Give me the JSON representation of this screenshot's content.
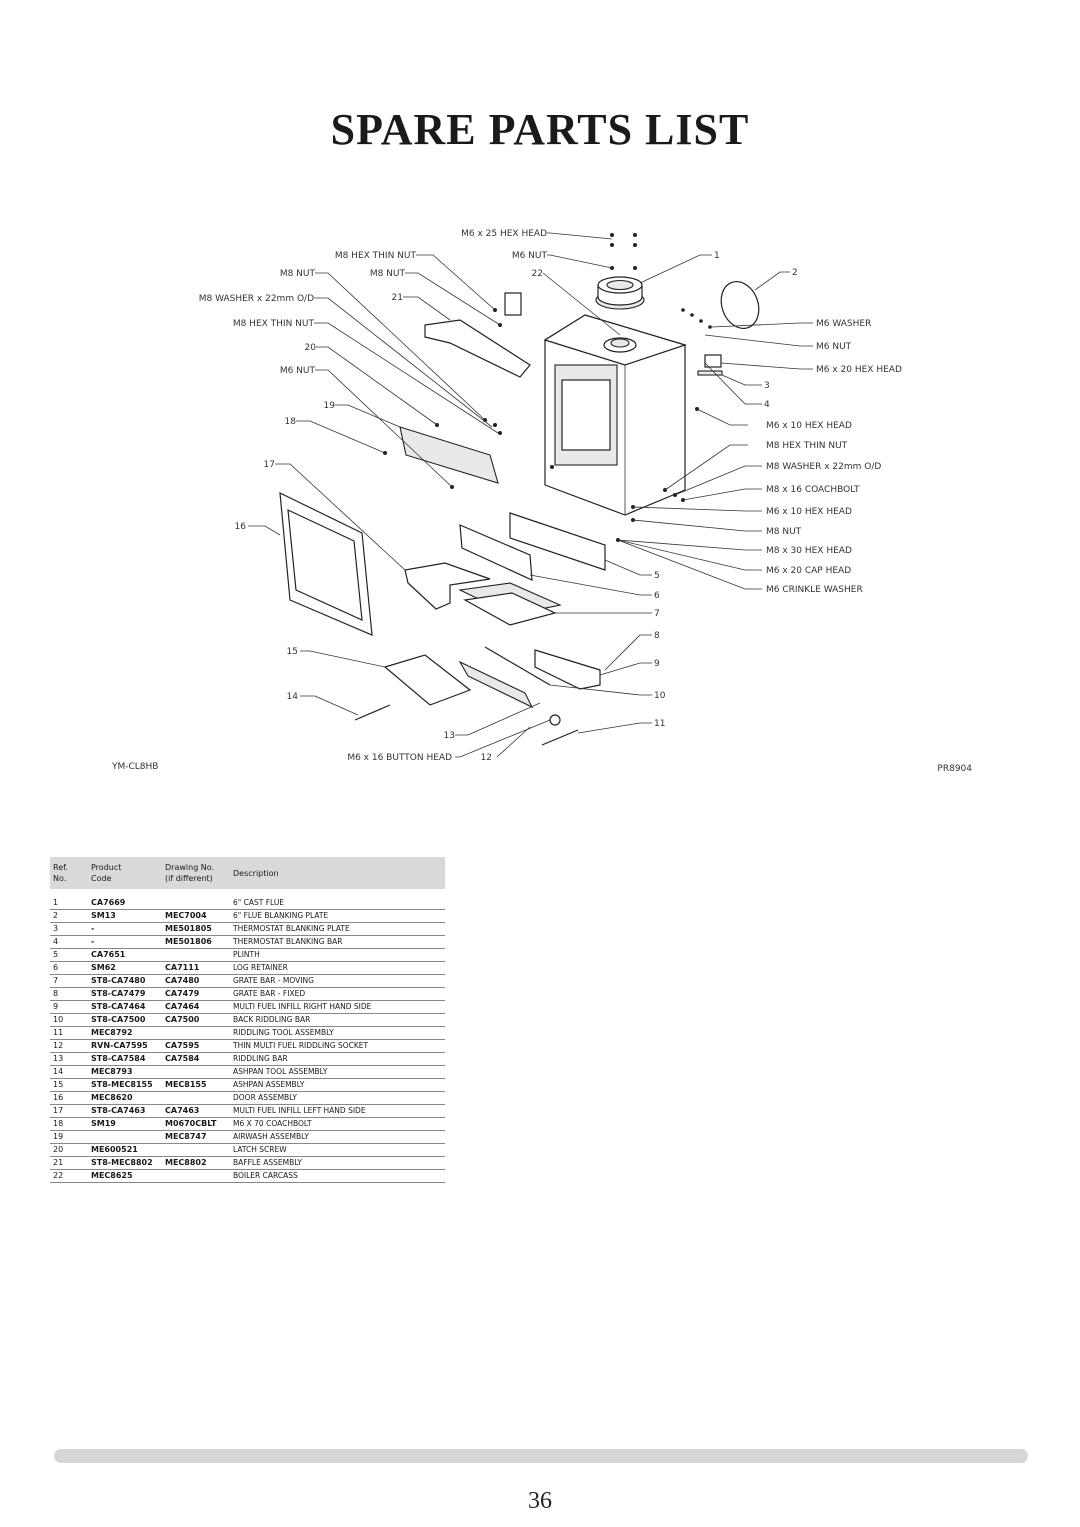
{
  "title": "SPARE PARTS LIST",
  "diagram": {
    "model_label": "YM-CL8HB",
    "ref_label": "PR8904",
    "callouts": {
      "m6x25_hex_head": "M6 x 25 HEX HEAD",
      "m8_hex_thin_nut_top": "M8 HEX THIN NUT",
      "m6_nut_top": "M6 NUT",
      "m8_nut_left": "M8 NUT",
      "m8_nut_mid": "M8 NUT",
      "n22": "22",
      "m8_washer_left": "M8 WASHER x 22mm O/D",
      "n21": "21",
      "m8_hex_thin_nut_left": "M8 HEX THIN NUT",
      "n20": "20",
      "m6_nut_left": "M6 NUT",
      "n19": "19",
      "n18": "18",
      "n17": "17",
      "n16": "16",
      "n15": "15",
      "n14": "14",
      "n13": "13",
      "m6x16_button_head": "M6 x 16 BUTTON HEAD",
      "n12": "12",
      "n1": "1",
      "n2": "2",
      "m6_washer": "M6 WASHER",
      "m6_nut_right": "M6 NUT",
      "m6x20_hex_head": "M6 x 20 HEX HEAD",
      "n3": "3",
      "n4": "4",
      "m6x10_hex_head_a": "M6 x 10 HEX HEAD",
      "m8_hex_thin_nut_right": "M8 HEX THIN NUT",
      "m8_washer_right": "M8 WASHER x 22mm O/D",
      "m8x16_coachbolt": "M8 x 16 COACHBOLT",
      "m6x10_hex_head_b": "M6 x 10 HEX HEAD",
      "m8_nut_right": "M8 NUT",
      "m8x30_hex_head": "M8 x 30 HEX HEAD",
      "m6x20_cap_head": "M6 x 20 CAP HEAD",
      "m6_crinkle_washer": "M6 CRINKLE WASHER",
      "n5": "5",
      "n6": "6",
      "n7": "7",
      "n8": "8",
      "n9": "9",
      "n10": "10",
      "n11": "11"
    }
  },
  "table": {
    "headers": {
      "ref": "Ref.",
      "ref2": "No.",
      "code": "Product",
      "code2": "Code",
      "drawing": "Drawing No.",
      "drawing2": "(if different)",
      "desc": "Description"
    },
    "rows": [
      {
        "ref": "1",
        "code": "CA7669",
        "drawing": "",
        "desc": "6\" CAST FLUE"
      },
      {
        "ref": "2",
        "code": "SM13",
        "drawing": "MEC7004",
        "desc": "6\" FLUE BLANKING PLATE"
      },
      {
        "ref": "3",
        "code": "-",
        "drawing": "ME501805",
        "desc": "THERMOSTAT BLANKING PLATE"
      },
      {
        "ref": "4",
        "code": "-",
        "drawing": "ME501806",
        "desc": "THERMOSTAT BLANKING BAR"
      },
      {
        "ref": "5",
        "code": "CA7651",
        "drawing": "",
        "desc": "PLINTH"
      },
      {
        "ref": "6",
        "code": "SM62",
        "drawing": "CA7111",
        "desc": "LOG RETAINER"
      },
      {
        "ref": "7",
        "code": "ST8-CA7480",
        "drawing": "CA7480",
        "desc": "GRATE BAR - MOVING"
      },
      {
        "ref": "8",
        "code": "ST8-CA7479",
        "drawing": "CA7479",
        "desc": "GRATE BAR - FIXED"
      },
      {
        "ref": "9",
        "code": "ST8-CA7464",
        "drawing": "CA7464",
        "desc": "MULTI FUEL INFILL RIGHT HAND SIDE"
      },
      {
        "ref": "10",
        "code": "ST8-CA7500",
        "drawing": "CA7500",
        "desc": "BACK RIDDLING BAR"
      },
      {
        "ref": "11",
        "code": "MEC8792",
        "drawing": "",
        "desc": "RIDDLING TOOL ASSEMBLY"
      },
      {
        "ref": "12",
        "code": "RVN-CA7595",
        "drawing": "CA7595",
        "desc": "THIN MULTI FUEL RIDDLING SOCKET"
      },
      {
        "ref": "13",
        "code": "ST8-CA7584",
        "drawing": "CA7584",
        "desc": "RIDDLING BAR"
      },
      {
        "ref": "14",
        "code": "MEC8793",
        "drawing": "",
        "desc": "ASHPAN TOOL ASSEMBLY"
      },
      {
        "ref": "15",
        "code": "ST8-MEC8155",
        "drawing": "MEC8155",
        "desc": "ASHPAN ASSEMBLY"
      },
      {
        "ref": "16",
        "code": "MEC8620",
        "drawing": "",
        "desc": "DOOR ASSEMBLY"
      },
      {
        "ref": "17",
        "code": "ST8-CA7463",
        "drawing": "CA7463",
        "desc": "MULTI FUEL INFILL LEFT HAND SIDE"
      },
      {
        "ref": "18",
        "code": "SM19",
        "drawing": "M0670CBLT",
        "desc": "M6 X 70 COACHBOLT"
      },
      {
        "ref": "19",
        "code": "",
        "drawing": "MEC8747",
        "desc": "AIRWASH ASSEMBLY"
      },
      {
        "ref": "20",
        "code": "ME600521",
        "drawing": "",
        "desc": "LATCH SCREW"
      },
      {
        "ref": "21",
        "code": "ST8-MEC8802",
        "drawing": "MEC8802",
        "desc": "BAFFLE ASSEMBLY"
      },
      {
        "ref": "22",
        "code": "MEC8625",
        "drawing": "",
        "desc": "BOILER CARCASS"
      }
    ]
  },
  "page_number": "36"
}
